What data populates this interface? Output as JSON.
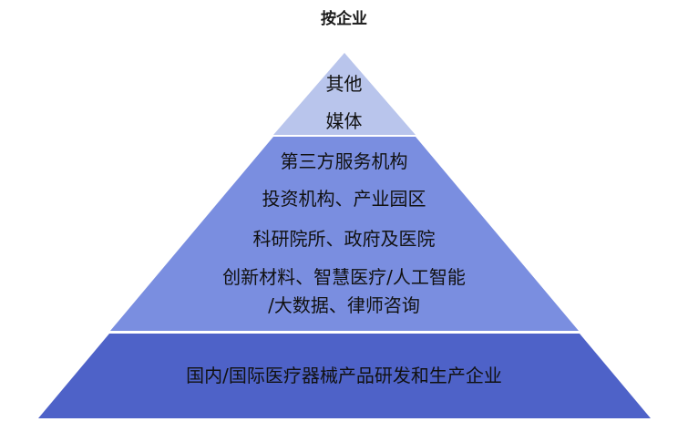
{
  "title": "按企业",
  "tiers": [
    {
      "lines": [
        "其他",
        "媒体"
      ],
      "color": "#b9c5ec"
    },
    {
      "lines": [
        "第三方服务机构",
        "投资机构、产业园区",
        "科研院所、政府及医院",
        "创新材料、智慧医疗/人工智能",
        "/大数据、律师咨询"
      ],
      "color": "#7a8ee0"
    },
    {
      "lines": [
        "国内/国际医疗器械产品研发和生产企业"
      ],
      "color": "#4e62c8"
    }
  ]
}
